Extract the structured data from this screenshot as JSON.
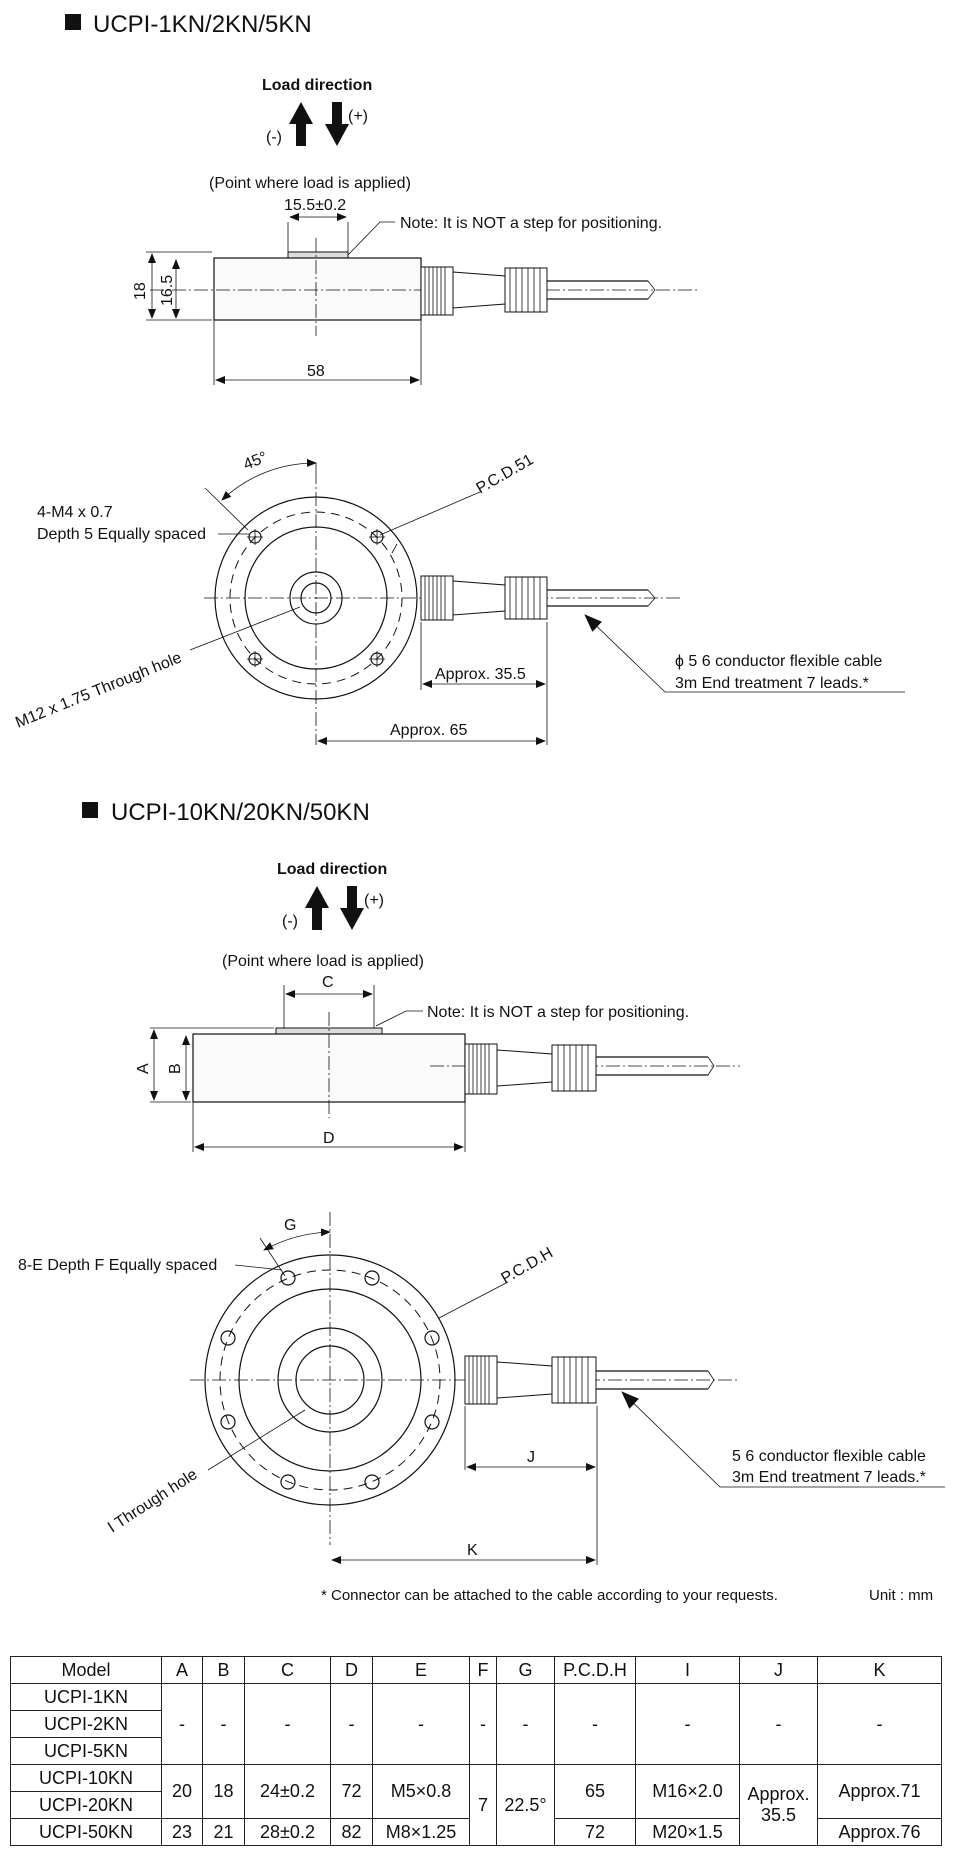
{
  "section1": {
    "title": "UCPI-1KN/2KN/5KN",
    "load_direction": "Load direction",
    "minus": "(-)",
    "plus": "(+)",
    "load_point": "(Point where load is applied)",
    "top_dim": "15.5±0.2",
    "note": "Note: It is NOT a step for positioning.",
    "height_outer": "18",
    "height_inner": "16.5",
    "width": "58",
    "angle": "45°",
    "pcd": "P.C.D.51",
    "tap_line1": "4-M4 x 0.7",
    "tap_line2": "Depth 5 Equally spaced",
    "through_hole": "M12 x 1.75 Through hole",
    "approx_connector": "Approx. 35.5",
    "approx_total": "Approx. 65",
    "cable_line1": "ϕ 5 6 conductor flexible cable",
    "cable_line2": "3m End treatment 7 leads.*"
  },
  "section2": {
    "title": "UCPI-10KN/20KN/50KN",
    "load_direction": "Load direction",
    "minus": "(-)",
    "plus": "(+)",
    "load_point": "(Point where load is applied)",
    "top_dim": "C",
    "note": "Note: It is NOT a step for positioning.",
    "height_outer": "A",
    "height_inner": "B",
    "width": "D",
    "angle": "G",
    "pcd": "P.C.D.H",
    "tap_line": "8-E Depth F Equally spaced",
    "through_hole": "I Through hole",
    "dim_j": "J",
    "dim_k": "K",
    "cable_line1": "5 6 conductor flexible cable",
    "cable_line2": "3m End treatment 7 leads.*"
  },
  "footnote": "* Connector can be attached to the cable according to your requests.",
  "unit": "Unit : mm",
  "table": {
    "headers": [
      "Model",
      "A",
      "B",
      "C",
      "D",
      "E",
      "F",
      "G",
      "P.C.D.H",
      "I",
      "J",
      "K"
    ],
    "models": [
      "UCPI-1KN",
      "UCPI-2KN",
      "UCPI-5KN",
      "UCPI-10KN",
      "UCPI-20KN",
      "UCPI-50KN"
    ],
    "dash": "-",
    "r1020": {
      "A": "20",
      "B": "18",
      "C": "24±0.2",
      "D": "72",
      "E": "M5×0.8",
      "H": "65",
      "I": "M16×2.0",
      "K": "Approx.71"
    },
    "r50": {
      "A": "23",
      "B": "21",
      "C": "28±0.2",
      "D": "82",
      "E": "M8×1.25",
      "H": "72",
      "I": "M20×1.5",
      "K": "Approx.76"
    },
    "F": "7",
    "G": "22.5°",
    "J_line1": "Approx.",
    "J_line2": "35.5"
  }
}
